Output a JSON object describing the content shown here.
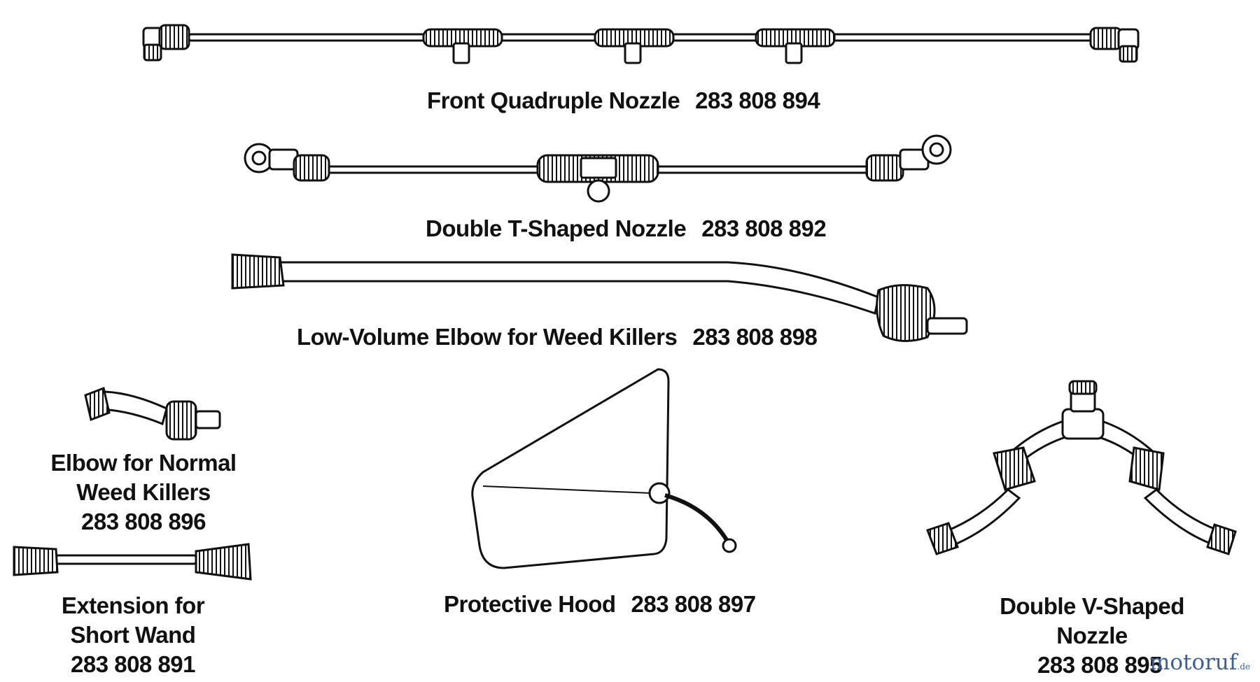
{
  "parts": {
    "front_quadruple": {
      "name": "Front Quadruple Nozzle",
      "number": "283 808 894"
    },
    "double_t": {
      "name": "Double T-Shaped Nozzle",
      "number": "283 808 892"
    },
    "low_volume_elbow": {
      "name": "Low-Volume Elbow for Weed Killers",
      "number": "283 808 898"
    },
    "elbow_normal": {
      "line1": "Elbow for Normal",
      "line2": "Weed Killers",
      "number": "283 808 896"
    },
    "extension_short_wand": {
      "line1": "Extension for",
      "line2": "Short Wand",
      "number": "283 808 891"
    },
    "protective_hood": {
      "name": "Protective Hood",
      "number": "283 808 897"
    },
    "double_v": {
      "line1": "Double V-Shaped",
      "line2": "Nozzle",
      "number": "283 808 895"
    }
  },
  "watermark": {
    "text": "motoruf",
    "tld": ".de"
  }
}
